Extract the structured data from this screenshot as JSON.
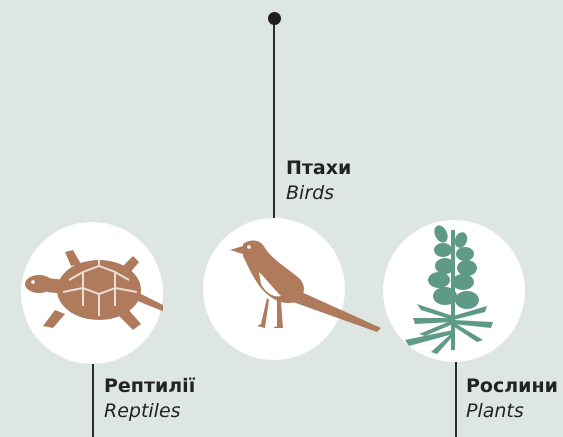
{
  "categories": {
    "birds": {
      "name_uk": "Птахи",
      "name_en": "Birds",
      "icon": "magpie-icon",
      "color": "#b07a5c"
    },
    "reptiles": {
      "name_uk": "Рептилії",
      "name_en": "Reptiles",
      "icon": "turtle-icon",
      "color": "#b07a5c"
    },
    "plants": {
      "name_uk": "Рослини",
      "name_en": "Plants",
      "icon": "lupine-icon",
      "color": "#5f9a88"
    }
  },
  "colors": {
    "background": "#dde6e2",
    "circle": "#ffffff",
    "line": "#2b2b2b"
  }
}
